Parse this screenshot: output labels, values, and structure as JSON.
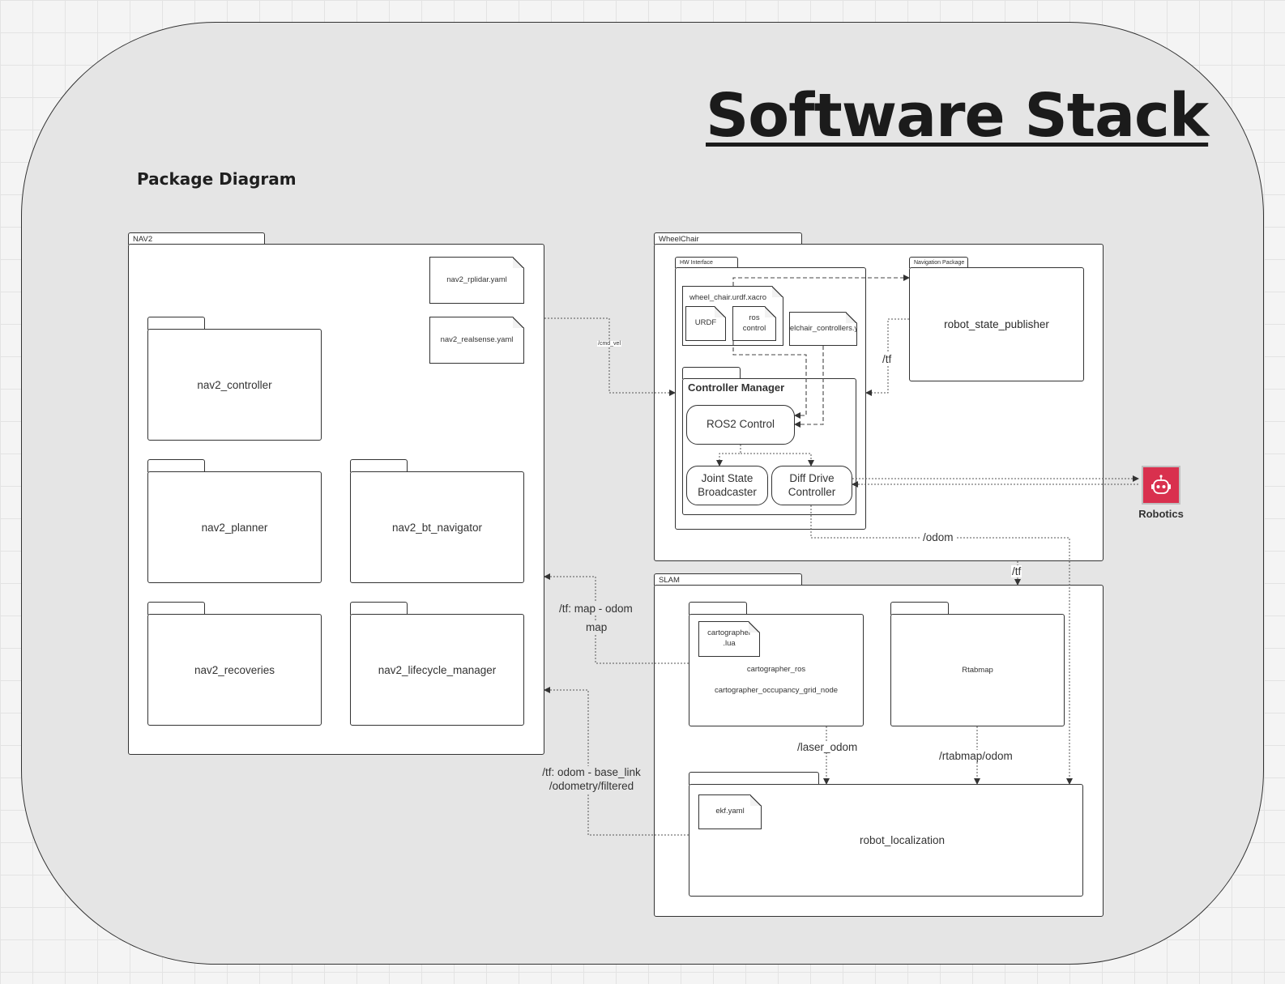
{
  "title": "Software Stack",
  "subtitle": "Package Diagram",
  "packages": {
    "nav2": {
      "name": "NAV2",
      "files": [
        "nav2_rplidar.yaml",
        "nav2_realsense.yaml"
      ],
      "folders": [
        "nav2_controller",
        "nav2_planner",
        "nav2_bt_navigator",
        "nav2_recoveries",
        "nav2_lifecycle_manager"
      ]
    },
    "wheelchair": {
      "name": "WheelChair",
      "hw_interface": {
        "name": "HW Interface",
        "xacro": "wheel_chair.urdf.xacro",
        "urdf": "URDF",
        "ros_control": "ros control",
        "controllers_yaml": "wheelchair_controllers.yaml"
      },
      "controller_manager": {
        "name": "Controller Manager",
        "ros2_control": "ROS2 Control",
        "joint_state_broadcaster": "Joint State Broadcaster",
        "diff_drive_controller": "Diff Drive Controller"
      },
      "navigation_package": {
        "name": "Navigation Package",
        "node": "robot_state_publisher"
      }
    },
    "slam": {
      "name": "SLAM",
      "cartographer": {
        "file": "cartographer .lua",
        "node1": "cartographer_ros",
        "node2": "cartographer_occupancy_grid_node"
      },
      "rtabmap": "Rtabmap",
      "robot_localization": {
        "file": "ekf.yaml",
        "node": "robot_localization"
      }
    }
  },
  "connections": {
    "cmd_vel": "/cmd_vel",
    "tf_nav": "/tf",
    "odom": "/odom",
    "tf_slam": "/tf",
    "tf_map_odom": "/tf: map - odom",
    "map": "map",
    "tf_odom_base": "/tf: odom - base_link",
    "odometry_filtered": "/odometry/filtered",
    "laser_odom": "/laser_odom",
    "rtabmap_odom": "/rtabmap/odom"
  },
  "robotics": {
    "label": "Robotics",
    "icon": "robot-icon",
    "color": "#d9304e"
  }
}
